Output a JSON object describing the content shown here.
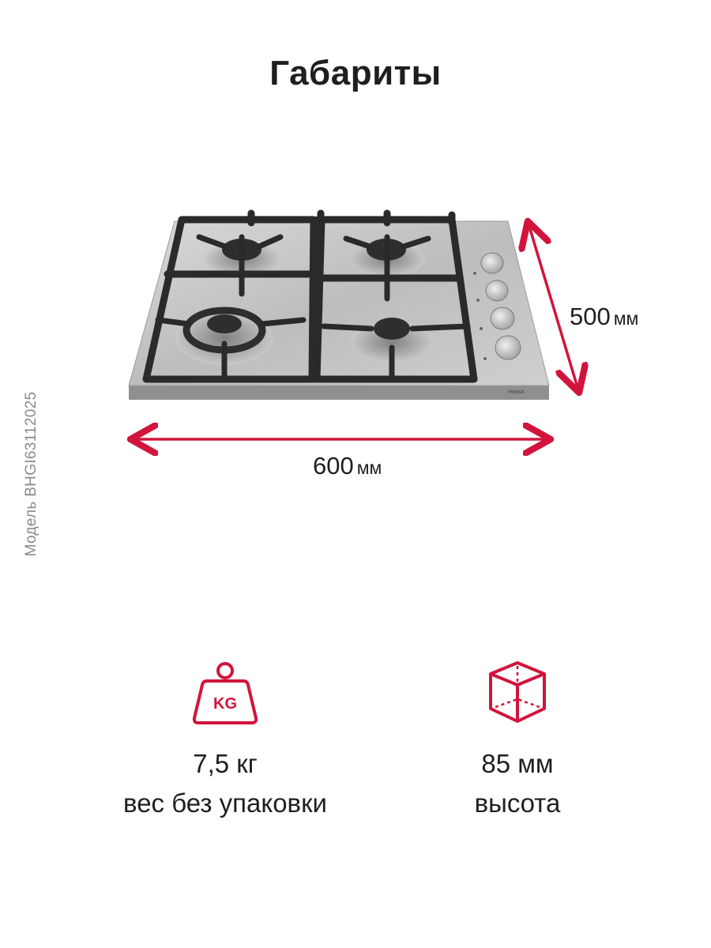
{
  "header": {
    "title": "Габариты"
  },
  "side_label": "Модель BHGI63112025",
  "product": {
    "brand_mark": "Hansa"
  },
  "dimensions": {
    "width": {
      "value": "600",
      "unit": "мм"
    },
    "depth": {
      "value": "500",
      "unit": "мм"
    }
  },
  "specs": {
    "weight": {
      "icon": "weight-kg-icon",
      "icon_text": "KG",
      "value": "7,5 кг",
      "label": "вес без упаковки"
    },
    "height": {
      "icon": "box-dimensions-icon",
      "value": "85 мм",
      "label": "высота"
    }
  },
  "colors": {
    "accent": "#d2143c",
    "text": "#1f1f1f",
    "muted": "#8a8a8a"
  }
}
